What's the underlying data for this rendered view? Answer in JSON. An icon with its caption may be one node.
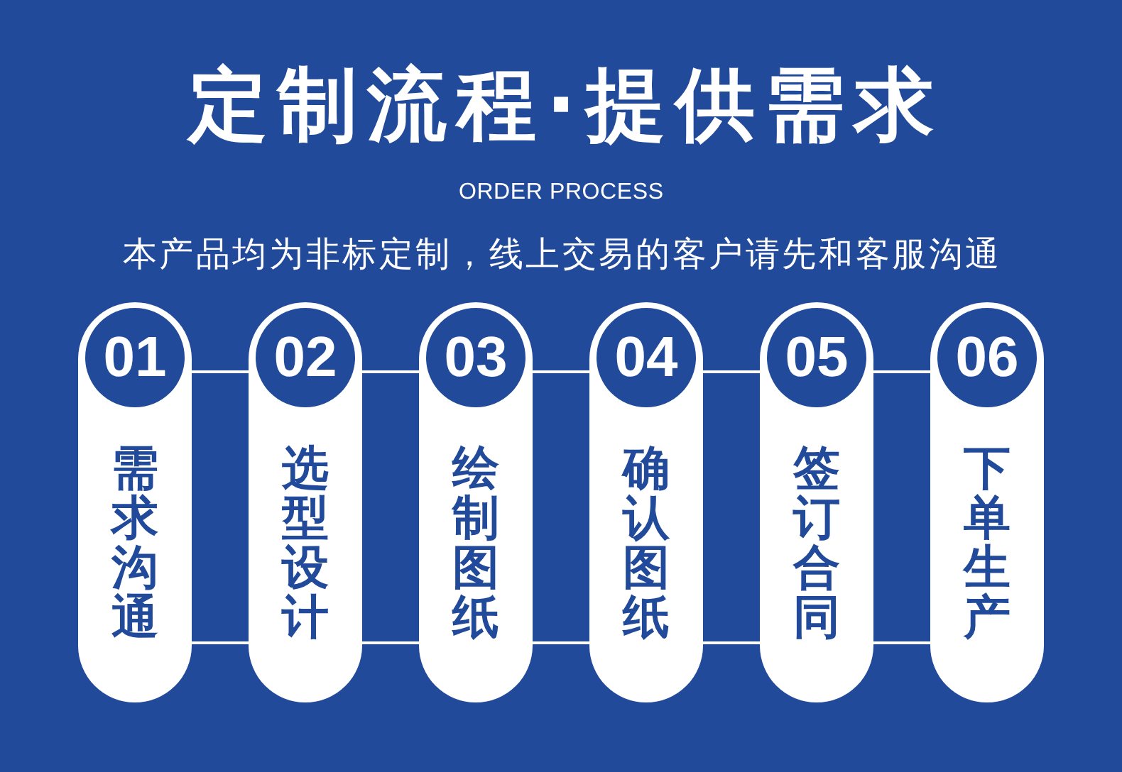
{
  "diagram": {
    "title": "定制流程·提供需求",
    "nodes": [
      {
        "text": [
          "需求沟通"
        ]
      },
      {
        "text": [
          "01"
        ],
        "in": 0
      },
      {
        "text": [
          "选型设计"
        ]
      },
      {
        "text": [
          "02"
        ],
        "in": 2
      },
      {
        "text": [
          "绘制图纸"
        ]
      },
      {
        "text": [
          "03"
        ],
        "in": 4
      },
      {
        "text": [
          "确认图纸"
        ]
      },
      {
        "text": [
          "04"
        ],
        "in": 6
      },
      {
        "text": [
          "签订合同"
        ]
      },
      {
        "text": [
          "05"
        ],
        "in": 8
      },
      {
        "text": [
          "下单生产"
        ]
      },
      {
        "text": [
          "06"
        ],
        "in": 10
      }
    ],
    "edges": [
      {
        "from": 0,
        "to": 2,
        "arrow": "none"
      },
      {
        "from": 0,
        "to": 2,
        "arrow": "none"
      },
      {
        "from": 2,
        "to": 4,
        "arrow": "none"
      },
      {
        "from": 2,
        "to": 4,
        "arrow": "none"
      },
      {
        "from": 4,
        "to": 6,
        "arrow": "none"
      },
      {
        "from": 4,
        "to": 6,
        "arrow": "none"
      },
      {
        "from": 6,
        "to": 8,
        "arrow": "none"
      },
      {
        "from": 6,
        "to": 8,
        "arrow": "none"
      },
      {
        "from": 8,
        "to": 10,
        "arrow": "none"
      },
      {
        "from": 8,
        "to": 10,
        "arrow": "none"
      }
    ],
    "labels": [
      "ORDER PROCESS",
      "本产品均为非标定制，线上交易的客户请先和客服沟通"
    ]
  }
}
